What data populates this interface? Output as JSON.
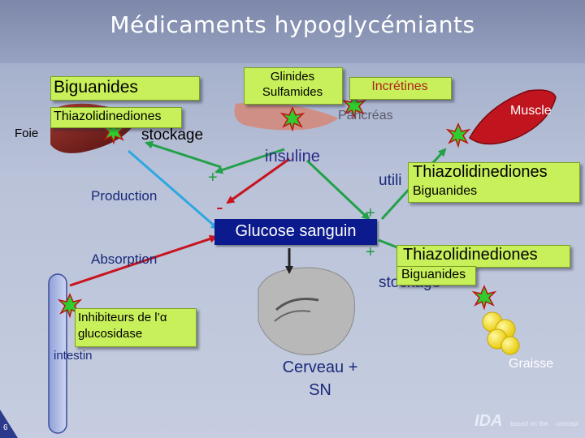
{
  "title": "Médicaments hypoglycémiants",
  "labels": {
    "biguanides_top": "Biguanides",
    "thiazo_top": "Thiazolidinediones",
    "foie": "Foie",
    "stockage_foie": "stockage",
    "glinides": "Glinides",
    "sulfamides": "Sulfamides",
    "incretines": "Incrétines",
    "pancreas": "Pancréas",
    "muscle": "Muscle",
    "insuline": "insuline",
    "plus1": "+",
    "minus": "-",
    "production": "Production",
    "utili": "utili",
    "thiazo_muscle": "Thiazolidinediones",
    "biguanides_muscle": "Biguanides",
    "plus2": "+",
    "glucose": "Glucose sanguin",
    "absorption": "Absorption",
    "plus3": "+",
    "thiazo_graisse": "Thiazolidinediones",
    "biguanides_graisse": "Biguanides",
    "stockage_graisse": "stockage",
    "inhibiteurs_1": "Inhibiteurs  de l’α",
    "inhibiteurs_2": "glucosidase",
    "intestin": "intestin",
    "cerveau_1": "Cerveau +",
    "cerveau_2": "SN",
    "graisse": "Graisse",
    "page_number": "6",
    "logo_main": "IDA",
    "logo_sub": "based on the",
    "logo_concept": "concept"
  },
  "colors": {
    "green_box": "#c8f05a",
    "liver": "#7a1e1e",
    "muscle": "#c0141e",
    "pancreas": "#cf8f86",
    "green_arrow": "#22a04a",
    "red_arrow": "#c8141e",
    "blue_arrow": "#2ea7e0",
    "glucose_box": "#0b1a8c",
    "fat": "#f2e21c"
  }
}
